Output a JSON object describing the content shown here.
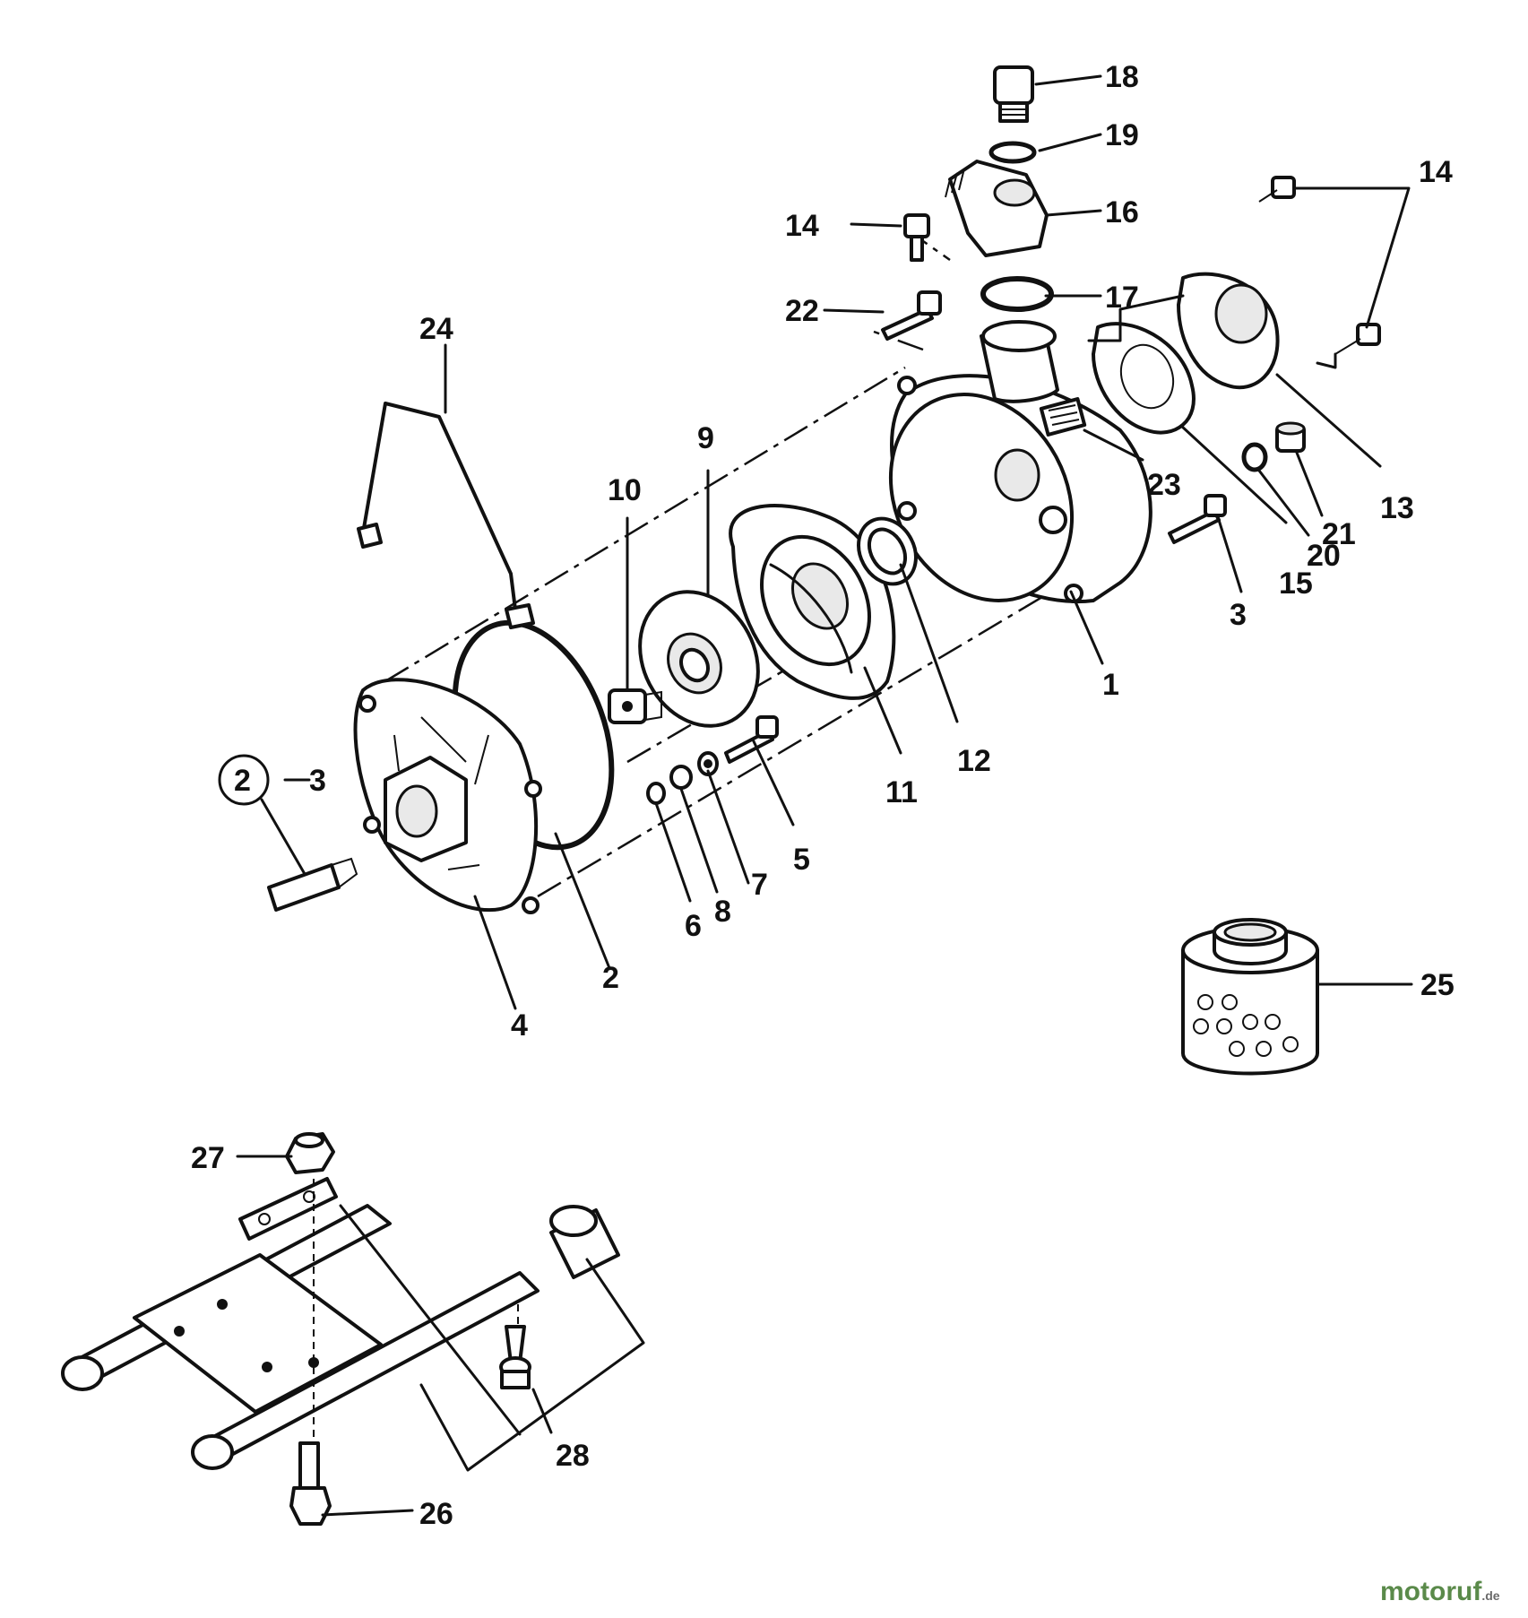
{
  "diagram": {
    "callouts": [
      {
        "id": "c1",
        "label": "1"
      },
      {
        "id": "c2",
        "label": "2"
      },
      {
        "id": "c2ring",
        "label": "2"
      },
      {
        "id": "c3a",
        "label": "3"
      },
      {
        "id": "c3b",
        "label": "3"
      },
      {
        "id": "c4",
        "label": "4"
      },
      {
        "id": "c5",
        "label": "5"
      },
      {
        "id": "c6",
        "label": "6"
      },
      {
        "id": "c7",
        "label": "7"
      },
      {
        "id": "c8",
        "label": "8"
      },
      {
        "id": "c9",
        "label": "9"
      },
      {
        "id": "c10",
        "label": "10"
      },
      {
        "id": "c11",
        "label": "11"
      },
      {
        "id": "c12",
        "label": "12"
      },
      {
        "id": "c13",
        "label": "13"
      },
      {
        "id": "c14a",
        "label": "14"
      },
      {
        "id": "c14b",
        "label": "14"
      },
      {
        "id": "c15",
        "label": "15"
      },
      {
        "id": "c16",
        "label": "16"
      },
      {
        "id": "c17",
        "label": "17"
      },
      {
        "id": "c18",
        "label": "18"
      },
      {
        "id": "c19",
        "label": "19"
      },
      {
        "id": "c20",
        "label": "20"
      },
      {
        "id": "c21",
        "label": "21"
      },
      {
        "id": "c22",
        "label": "22"
      },
      {
        "id": "c23",
        "label": "23"
      },
      {
        "id": "c24",
        "label": "24"
      },
      {
        "id": "c25",
        "label": "25"
      },
      {
        "id": "c26",
        "label": "26"
      },
      {
        "id": "c27",
        "label": "27"
      },
      {
        "id": "c28",
        "label": "28"
      }
    ]
  },
  "watermark": {
    "main": "motoruf",
    "suffix": ".de"
  }
}
